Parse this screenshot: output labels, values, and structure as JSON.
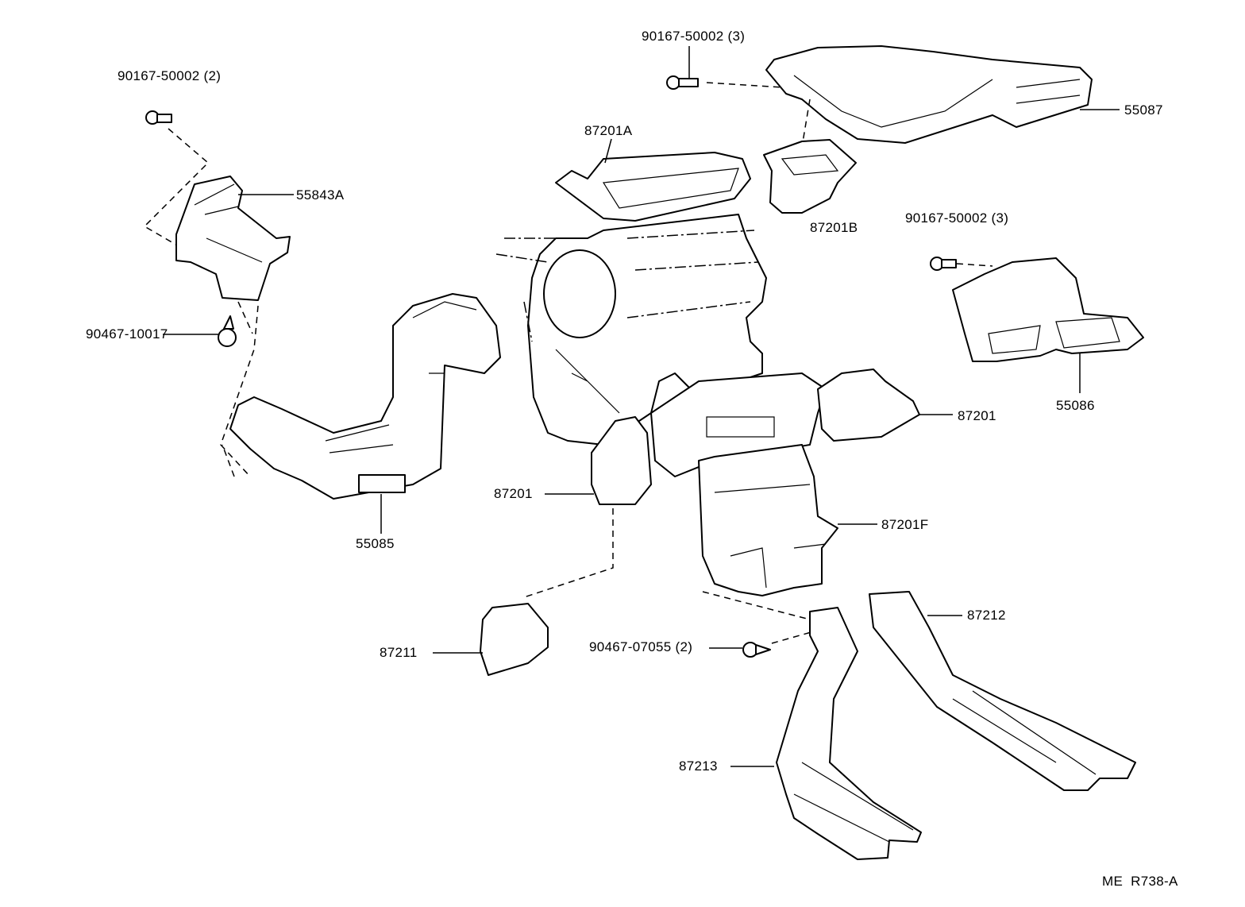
{
  "diagram": {
    "labels": {
      "bolt_left": "90167-50002 (2)",
      "bolt_top": "90167-50002 (3)",
      "duct_55087": "55087",
      "part_87201A": "87201A",
      "duct_55843A": "55843A",
      "part_87201B": "87201B",
      "bolt_right": "90167-50002 (3)",
      "clip_left": "90467-10017",
      "part_87201_right": "87201",
      "duct_55086": "55086",
      "part_87201_left": "87201",
      "part_87201F": "87201F",
      "duct_55085": "55085",
      "duct_87212": "87212",
      "part_87211": "87211",
      "clip_bottom": "90467-07055 (2)",
      "duct_87213": "87213",
      "figure_code": "ME  R738-A"
    }
  }
}
